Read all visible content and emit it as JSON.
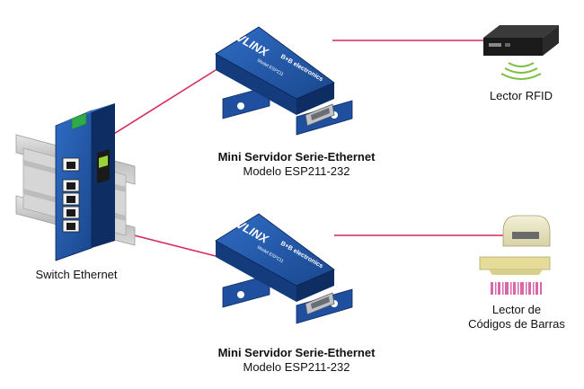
{
  "diagram": {
    "colors": {
      "link_line": "#d42a5c",
      "device_blue": "#1e4f9c",
      "device_dark": "#0d2d63",
      "din_rail": "#c8c8c8"
    },
    "switch": {
      "label": "Switch Ethernet"
    },
    "server_top": {
      "title": "Mini Servidor Serie-Ethernet",
      "model": "Modelo ESP211-232",
      "brand": "VLINX",
      "vendor": "B+B electronics",
      "model_plate": "Model ESP211"
    },
    "server_bottom": {
      "title": "Mini Servidor Serie-Ethernet",
      "model": "Modelo ESP211-232",
      "brand": "VLINX",
      "vendor": "B+B electronics",
      "model_plate": "Model ESP211"
    },
    "rfid_reader": {
      "label": "Lector RFID"
    },
    "barcode_reader": {
      "label_line1": "Lector de",
      "label_line2": "Códigos de Barras"
    }
  }
}
